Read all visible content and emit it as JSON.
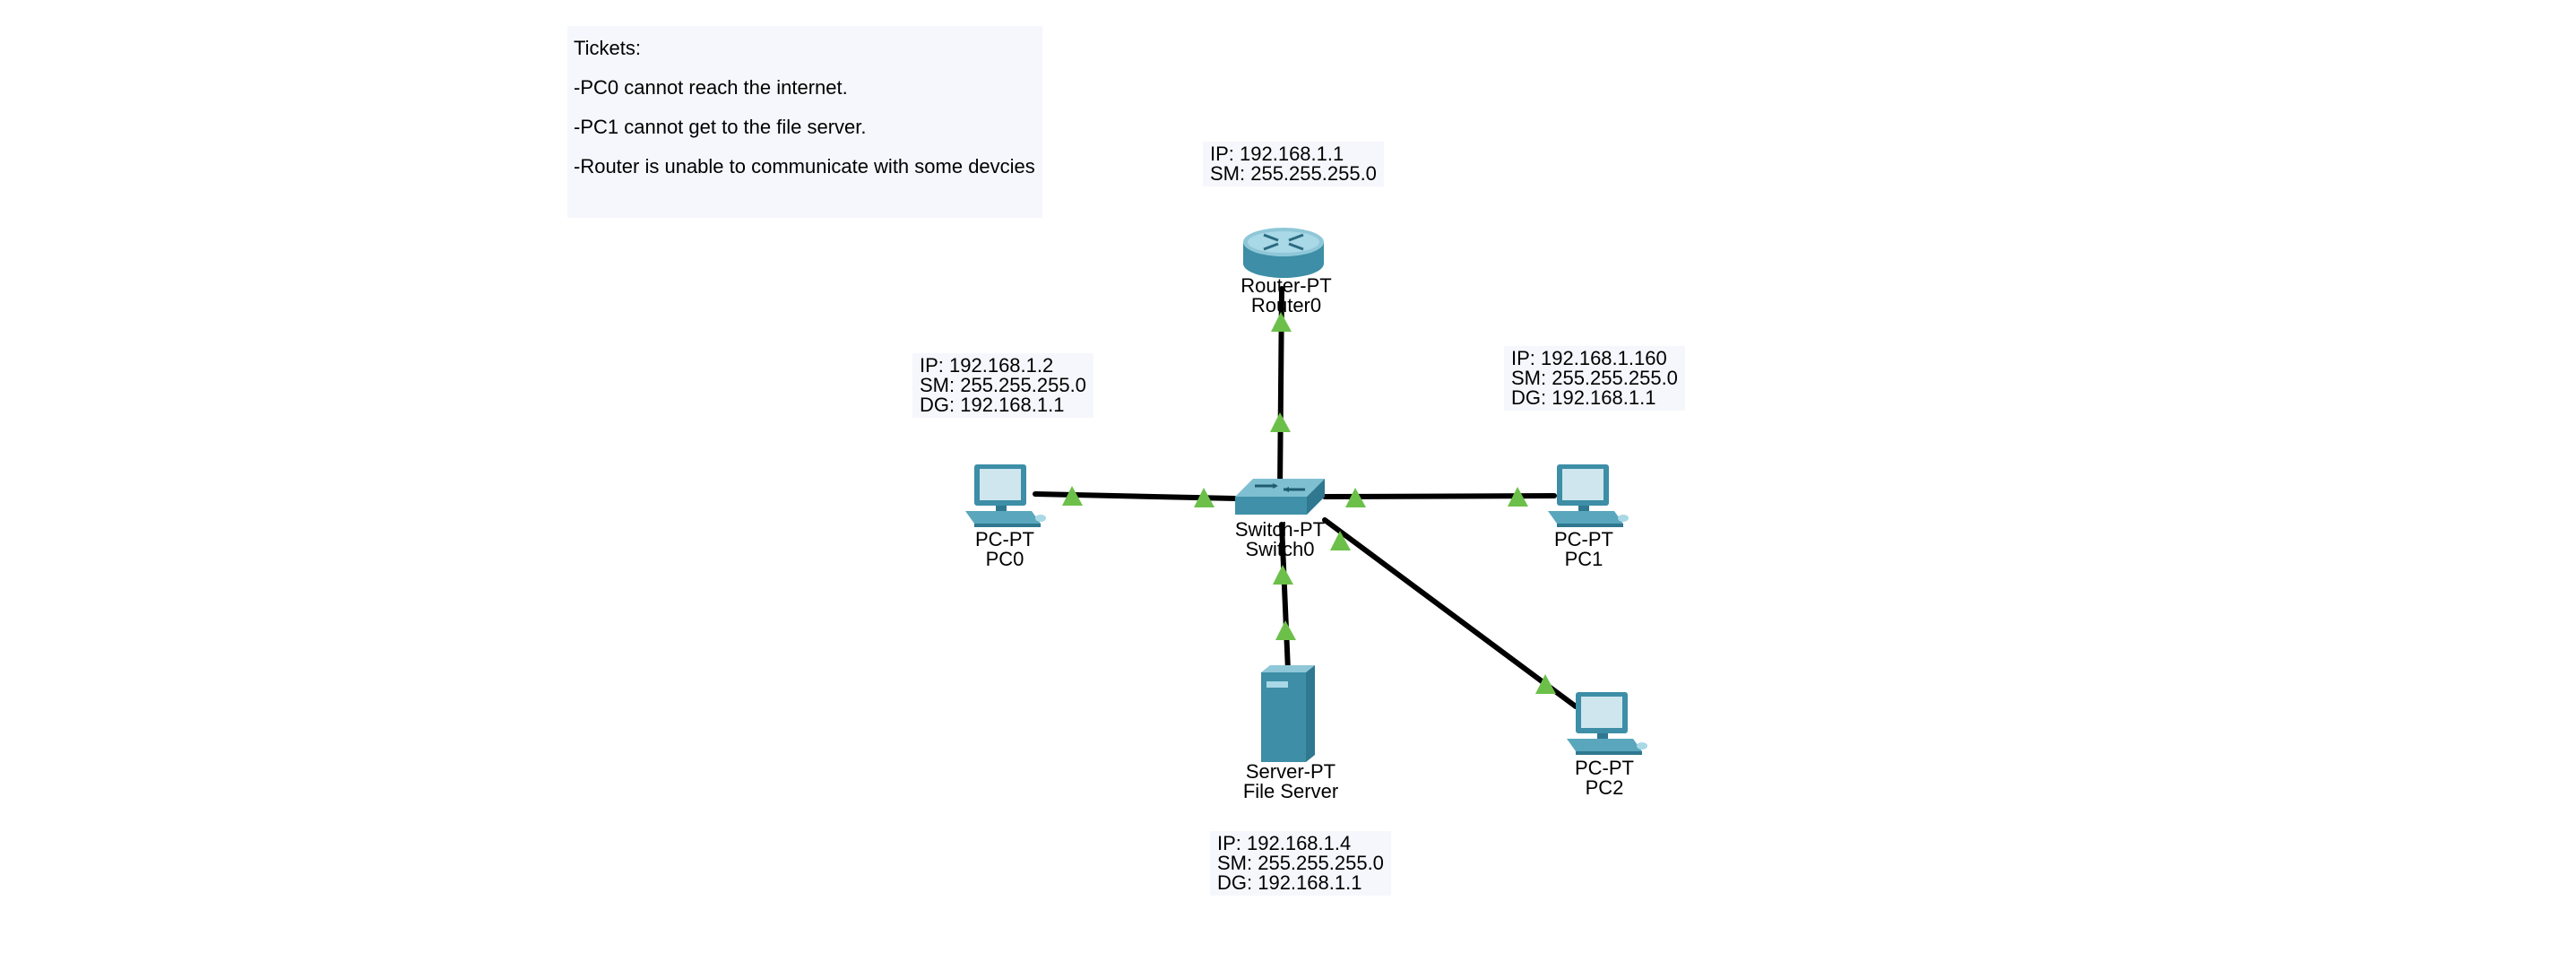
{
  "tickets": {
    "title": "Tickets:",
    "items": [
      "-PC0 cannot reach the internet.",
      "-PC1 cannot get to the file server.",
      "-Router is unable to communicate with some devcies"
    ]
  },
  "devices": {
    "router": {
      "type": "Router-PT",
      "name": "Router0",
      "ip": "IP: 192.168.1.1",
      "sm": "SM: 255.255.255.0"
    },
    "switch": {
      "type": "Switch-PT",
      "name": "Switch0"
    },
    "pc0": {
      "type": "PC-PT",
      "name": "PC0",
      "ip": "IP: 192.168.1.2",
      "sm": "SM: 255.255.255.0",
      "dg": "DG: 192.168.1.1"
    },
    "pc1": {
      "type": "PC-PT",
      "name": "PC1",
      "ip": "IP: 192.168.1.160",
      "sm": "SM: 255.255.255.0",
      "dg": "DG: 192.168.1.1"
    },
    "pc2": {
      "type": "PC-PT",
      "name": "PC2"
    },
    "server": {
      "type": "Server-PT",
      "name": "File Server",
      "ip": "IP: 192.168.1.4",
      "sm": "SM: 255.255.255.0",
      "dg": "DG: 192.168.1.1"
    }
  },
  "colors": {
    "link": "#000000",
    "link_up": "#6cc04a",
    "device_body": "#4b9fb5",
    "device_dark": "#2f7890",
    "note_bg": "#f6f7fc"
  },
  "icons": {
    "router": "router-icon",
    "switch": "switch-icon",
    "pc": "computer-icon",
    "server": "server-icon"
  }
}
